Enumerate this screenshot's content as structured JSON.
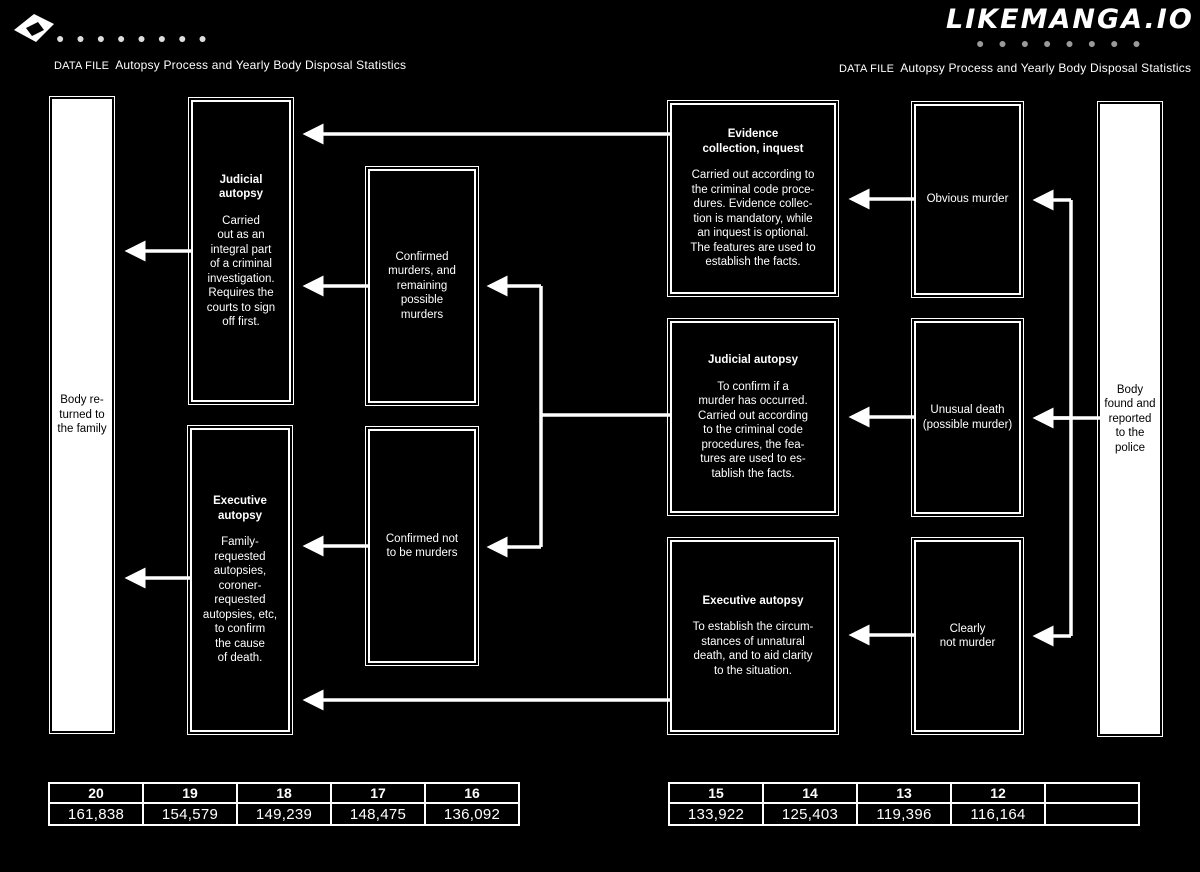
{
  "header": {
    "logo_text": "● ● ● ● ● ● ● ●",
    "left_tag": "DATA FILE",
    "left_title": "Autopsy Process and Yearly Body Disposal Statistics",
    "right_tag": "DATA FILE",
    "right_title": "Autopsy Process and Yearly Body Disposal Statistics",
    "watermark": "LIKEMANGA.IO",
    "watermark_sub": "● ● ● ● ● ● ● ●"
  },
  "left_col": "Body re-\nturned to\nthe family",
  "right_col": "Body\nfound and\nreported\nto the\npolice",
  "boxes": {
    "judicial_left": {
      "title": "Judicial\nautopsy",
      "text": "Carried\nout as an\nintegral part\nof a criminal\ninvestigation.\nRequires the\ncourts to sign\noff first."
    },
    "executive_left": {
      "title": "Executive\nautopsy",
      "text": "Family-\nrequested\nautopsies,\ncoroner-\nrequested\nautopsies, etc,\nto confirm\nthe cause\nof death."
    },
    "confirmed_murders": {
      "text": "Confirmed\nmurders, and\nremaining\npossible\nmurders"
    },
    "confirmed_not": {
      "text": "Confirmed not\nto be murders"
    },
    "evidence": {
      "title": "Evidence\ncollection, inquest",
      "text": "Carried out according to\nthe criminal code proce-\ndures. Evidence collec-\ntion is mandatory, while\nan inquest is optional.\nThe features are used to\nestablish the facts."
    },
    "judicial_mid": {
      "title": "Judicial autopsy",
      "text": "To confirm if a\nmurder has occurred.\nCarried out according\nto the criminal code\nprocedures, the fea-\ntures are used to es-\ntablish the facts."
    },
    "executive_mid": {
      "title": "Executive autopsy",
      "text": "To establish the circum-\nstances of unnatural\ndeath, and to aid clarity\nto the situation."
    },
    "obvious": {
      "text": "Obvious murder"
    },
    "unusual": {
      "text": "Unusual death\n(possible murder)"
    },
    "clearly_not": {
      "text": "Clearly\nnot murder"
    }
  },
  "stats_left": {
    "years": [
      "20",
      "19",
      "18",
      "17",
      "16"
    ],
    "values": [
      "161,838",
      "154,579",
      "149,239",
      "148,475",
      "136,092"
    ]
  },
  "stats_right": {
    "years": [
      "15",
      "14",
      "13",
      "12",
      ""
    ],
    "values": [
      "133,922",
      "125,403",
      "119,396",
      "116,164",
      ""
    ]
  }
}
